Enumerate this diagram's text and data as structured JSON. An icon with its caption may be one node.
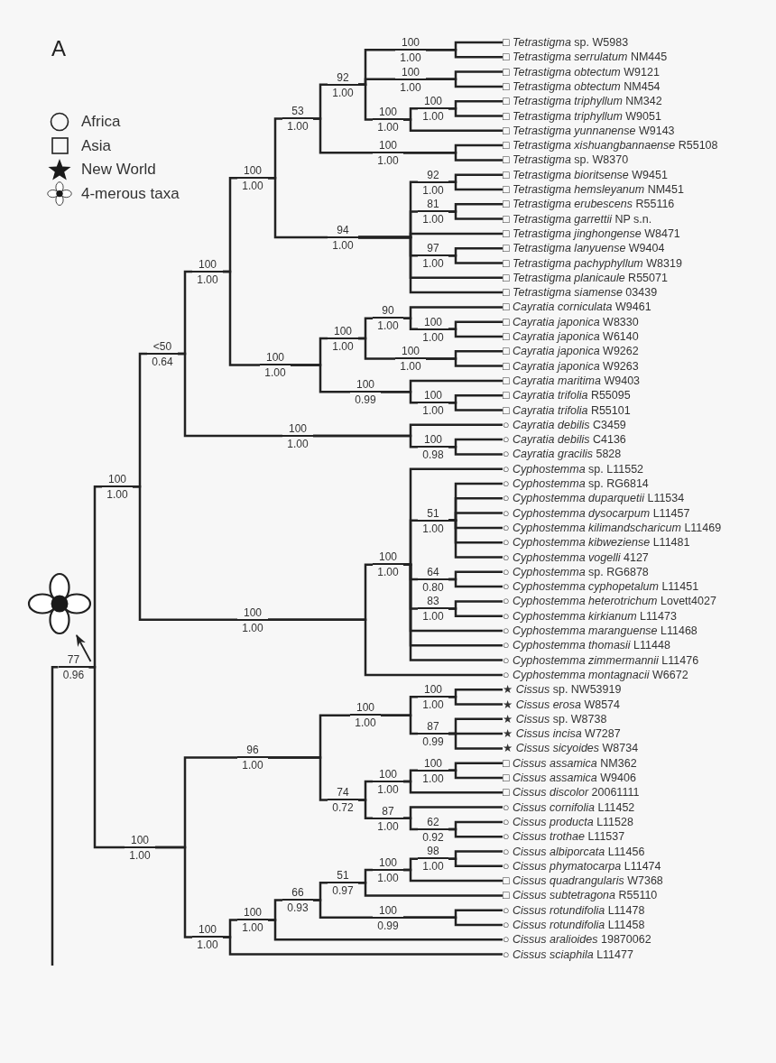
{
  "diagram": {
    "nodes": [
      {
        "text": [
          "77",
          "0.96"
        ]
      },
      {
        "text": [
          "100",
          "1.00"
        ]
      },
      {
        "text": [
          "<50",
          "0.64"
        ]
      },
      {
        "text": [
          "100",
          "1.00"
        ]
      },
      {
        "text": [
          "100",
          "1.00"
        ]
      },
      {
        "text": [
          "53",
          "1.00"
        ]
      },
      {
        "text": [
          "92",
          "1.00"
        ]
      },
      {
        "text": [
          "100",
          "1.00"
        ]
      },
      {
        "text": [
          "100",
          "1.00"
        ]
      },
      {
        "text": [
          "100",
          "1.00"
        ]
      },
      {
        "text": [
          "100",
          "1.00"
        ]
      },
      {
        "text": [
          "100",
          "1.00"
        ]
      },
      {
        "text": [
          "94",
          "1.00"
        ]
      },
      {
        "text": [
          "92",
          "1.00"
        ]
      },
      {
        "text": [
          "81",
          "1.00"
        ]
      },
      {
        "text": [
          "97",
          "1.00"
        ]
      },
      {
        "text": [
          "100",
          "1.00"
        ]
      },
      {
        "text": [
          "100",
          "1.00"
        ]
      },
      {
        "text": [
          "90",
          "1.00"
        ]
      },
      {
        "text": [
          "100",
          "1.00"
        ]
      },
      {
        "text": [
          "100",
          "1.00"
        ]
      },
      {
        "text": [
          "100",
          "0.99"
        ]
      },
      {
        "text": [
          "100",
          "1.00"
        ]
      },
      {
        "text": [
          "100",
          "1.00"
        ]
      },
      {
        "text": [
          "100",
          "0.98"
        ]
      },
      {
        "text": [
          "100",
          "1.00"
        ]
      },
      {
        "text": [
          "100",
          "1.00"
        ]
      },
      {
        "text": [
          "51",
          "1.00"
        ]
      },
      {
        "text": [
          "64",
          "0.80"
        ]
      },
      {
        "text": [
          "83",
          "1.00"
        ]
      },
      {
        "text": [
          "100",
          "1.00"
        ]
      },
      {
        "text": [
          "96",
          "1.00"
        ]
      },
      {
        "text": [
          "100",
          "1.00"
        ]
      },
      {
        "text": [
          "100",
          "1.00"
        ]
      },
      {
        "text": [
          "87",
          "0.99"
        ]
      },
      {
        "text": [
          "74",
          "0.72"
        ]
      },
      {
        "text": [
          "100",
          "1.00"
        ]
      },
      {
        "text": [
          "100",
          "1.00"
        ]
      },
      {
        "text": [
          "87",
          "1.00"
        ]
      },
      {
        "text": [
          "62",
          "0.92"
        ]
      },
      {
        "text": [
          "100",
          "1.00"
        ]
      },
      {
        "text": [
          "100",
          "1.00"
        ]
      },
      {
        "text": [
          "66",
          "0.93"
        ]
      },
      {
        "text": [
          "51",
          "0.97"
        ]
      },
      {
        "text": [
          "100",
          "1.00"
        ]
      },
      {
        "text": [
          "98",
          "1.00"
        ]
      },
      {
        "text": [
          "100",
          "0.99"
        ]
      },
      {
        "text": [
          "□ *Tetrastigma* sp. W5983"
        ]
      },
      {
        "text": [
          "□ *Tetrastigma serrulatum* NM445"
        ]
      },
      {
        "text": [
          "□ *Tetrastigma obtectum* W9121"
        ]
      },
      {
        "text": [
          "□ *Tetrastigma obtectum* NM454"
        ]
      },
      {
        "text": [
          "□ *Tetrastigma triphyllum* NM342"
        ]
      },
      {
        "text": [
          "□ *Tetrastigma triphyllum* W9051"
        ]
      },
      {
        "text": [
          "□ *Tetrastigma yunnanense* W9143"
        ]
      },
      {
        "text": [
          "□ *Tetrastigma xishuangbannaense* R55108"
        ]
      },
      {
        "text": [
          "□ *Tetrastigma* sp. W8370"
        ]
      },
      {
        "text": [
          "□ *Tetrastigma bioritsense* W9451"
        ]
      },
      {
        "text": [
          "□ *Tetrastigma hemsleyanum* NM451"
        ]
      },
      {
        "text": [
          "□ *Tetrastigma erubescens* R55116"
        ]
      },
      {
        "text": [
          "□ *Tetrastigma garrettii* NP s.n."
        ]
      },
      {
        "text": [
          "□ *Tetrastigma jinghongense* W8471"
        ]
      },
      {
        "text": [
          "□ *Tetrastigma lanyuense* W9404"
        ]
      },
      {
        "text": [
          "□ *Tetrastigma pachyphyllum* W8319"
        ]
      },
      {
        "text": [
          "□ *Tetrastigma planicaule* R55071"
        ]
      },
      {
        "text": [
          "□ *Tetrastigma siamense* 03439"
        ]
      },
      {
        "text": [
          "□ *Cayratia corniculata* W9461"
        ]
      },
      {
        "text": [
          "□ *Cayratia japonica* W8330"
        ]
      },
      {
        "text": [
          "□ *Cayratia japonica* W6140"
        ]
      },
      {
        "text": [
          "□ *Cayratia japonica* W9262"
        ]
      },
      {
        "text": [
          "□ *Cayratia japonica* W9263"
        ]
      },
      {
        "text": [
          "□ *Cayratia maritima* W9403"
        ]
      },
      {
        "text": [
          "□ *Cayratia trifolia* R55095"
        ]
      },
      {
        "text": [
          "□ *Cayratia trifolia* R55101"
        ]
      },
      {
        "text": [
          "○ *Cayratia debilis* C3459"
        ]
      },
      {
        "text": [
          "○ *Cayratia debilis* C4136"
        ]
      },
      {
        "text": [
          "○ *Cayratia gracilis* 5828"
        ]
      },
      {
        "text": [
          "○ *Cyphostemma* sp. L11552"
        ]
      },
      {
        "text": [
          "○ *Cyphostemma* sp. RG6814"
        ]
      },
      {
        "text": [
          "○ *Cyphostemma duparquetii* L11534"
        ]
      },
      {
        "text": [
          "○ *Cyphostemma dysocarpum* L11457"
        ]
      },
      {
        "text": [
          "○ *Cyphostemma kilimandscharicum* L11469"
        ]
      },
      {
        "text": [
          "○ *Cyphostemma kibweziense* L11481"
        ]
      },
      {
        "text": [
          "○ *Cyphostemma vogelli* 4127"
        ]
      },
      {
        "text": [
          "○ *Cyphostemma* sp. RG6878"
        ]
      },
      {
        "text": [
          "○ *Cyphostemma cyphopetalum* L11451"
        ]
      },
      {
        "text": [
          "○ *Cyphostemma heterotrichum* Lovett4027"
        ]
      },
      {
        "text": [
          "○ *Cyphostemma kirkianum* L11473"
        ]
      },
      {
        "text": [
          "○ *Cyphostemma maranguense* L11468"
        ]
      },
      {
        "text": [
          "○ *Cyphostemma thomasii* L11448"
        ]
      },
      {
        "text": [
          "○ *Cyphostemma zimmermannii* L11476"
        ]
      },
      {
        "text": [
          "○ *Cyphostemma montagnacii* W6672"
        ]
      },
      {
        "text": [
          "★ *Cissus* sp. NW53919"
        ]
      },
      {
        "text": [
          "★ *Cissus erosa* W8574"
        ]
      },
      {
        "text": [
          "★ *Cissus* sp. W8738"
        ]
      },
      {
        "text": [
          "★ *Cissus incisa* W7287"
        ]
      },
      {
        "text": [
          "★ *Cissus sicyoides* W8734"
        ]
      },
      {
        "text": [
          "□ *Cissus assamica* NM362"
        ]
      },
      {
        "text": [
          "□ *Cissus assamica* W9406"
        ]
      },
      {
        "text": [
          "□ *Cissus discolor* 20061111"
        ]
      },
      {
        "text": [
          "○ *Cissus cornifolia* L11452"
        ]
      },
      {
        "text": [
          "○ *Cissus producta* L11528"
        ]
      },
      {
        "text": [
          "○ *Cissus trothae* L11537"
        ]
      },
      {
        "text": [
          "○ *Cissus albiporcata* L11456"
        ]
      },
      {
        "text": [
          "○ *Cissus phymatocarpa* L11474"
        ]
      },
      {
        "text": [
          "□ *Cissus quadrangularis* W7368"
        ]
      },
      {
        "text": [
          "□ *Cissus subtetragona* R55110"
        ]
      },
      {
        "text": [
          "○ *Cissus rotundifolia* L11478"
        ]
      },
      {
        "text": [
          "○ *Cissus rotundifolia* L11458"
        ]
      },
      {
        "text": [
          "○ *Cissus aralioides* 19870062"
        ]
      },
      {
        "text": [
          "○ *Cissus sciaphila* L11477"
        ]
      },
      {
        "text": [],
        "shape": "flower"
      }
    ],
    "edges": [
      {
        "from": null,
        "to": 0,
        "arrow": "none"
      },
      {
        "from": 0,
        "to": 1,
        "arrow": "none"
      },
      {
        "from": 0,
        "to": 30,
        "arrow": "none"
      },
      {
        "from": 1,
        "to": 2,
        "arrow": "none"
      },
      {
        "from": 1,
        "to": 25,
        "arrow": "none"
      },
      {
        "from": 2,
        "to": 3,
        "arrow": "none"
      },
      {
        "from": 2,
        "to": 23,
        "arrow": "none"
      },
      {
        "from": 3,
        "to": 4,
        "arrow": "none"
      },
      {
        "from": 3,
        "to": 16,
        "arrow": "none"
      },
      {
        "from": 4,
        "to": 5,
        "arrow": "none"
      },
      {
        "from": 4,
        "to": 12,
        "arrow": "none"
      },
      {
        "from": 5,
        "to": 6,
        "arrow": "none"
      },
      {
        "from": 5,
        "to": 11,
        "arrow": "none"
      },
      {
        "from": 6,
        "to": 7,
        "arrow": "none"
      },
      {
        "from": 6,
        "to": 8,
        "arrow": "none"
      },
      {
        "from": 6,
        "to": 9,
        "arrow": "none"
      },
      {
        "from": 7,
        "to": 47,
        "arrow": "none"
      },
      {
        "from": 7,
        "to": 48,
        "arrow": "none"
      },
      {
        "from": 8,
        "to": 49,
        "arrow": "none"
      },
      {
        "from": 8,
        "to": 50,
        "arrow": "none"
      },
      {
        "from": 9,
        "to": 10,
        "arrow": "none"
      },
      {
        "from": 9,
        "to": 53,
        "arrow": "none"
      },
      {
        "from": 10,
        "to": 51,
        "arrow": "none"
      },
      {
        "from": 10,
        "to": 52,
        "arrow": "none"
      },
      {
        "from": 11,
        "to": 54,
        "arrow": "none"
      },
      {
        "from": 11,
        "to": 55,
        "arrow": "none"
      },
      {
        "from": 12,
        "to": 13,
        "arrow": "none"
      },
      {
        "from": 12,
        "to": 14,
        "arrow": "none"
      },
      {
        "from": 12,
        "to": 60,
        "arrow": "none"
      },
      {
        "from": 12,
        "to": 15,
        "arrow": "none"
      },
      {
        "from": 12,
        "to": 63,
        "arrow": "none"
      },
      {
        "from": 12,
        "to": 64,
        "arrow": "none"
      },
      {
        "from": 13,
        "to": 56,
        "arrow": "none"
      },
      {
        "from": 13,
        "to": 57,
        "arrow": "none"
      },
      {
        "from": 14,
        "to": 58,
        "arrow": "none"
      },
      {
        "from": 14,
        "to": 59,
        "arrow": "none"
      },
      {
        "from": 15,
        "to": 61,
        "arrow": "none"
      },
      {
        "from": 15,
        "to": 62,
        "arrow": "none"
      },
      {
        "from": 16,
        "to": 17,
        "arrow": "none"
      },
      {
        "from": 16,
        "to": 21,
        "arrow": "none"
      },
      {
        "from": 17,
        "to": 18,
        "arrow": "none"
      },
      {
        "from": 17,
        "to": 20,
        "arrow": "none"
      },
      {
        "from": 18,
        "to": 65,
        "arrow": "none"
      },
      {
        "from": 18,
        "to": 19,
        "arrow": "none"
      },
      {
        "from": 19,
        "to": 66,
        "arrow": "none"
      },
      {
        "from": 19,
        "to": 67,
        "arrow": "none"
      },
      {
        "from": 20,
        "to": 68,
        "arrow": "none"
      },
      {
        "from": 20,
        "to": 69,
        "arrow": "none"
      },
      {
        "from": 21,
        "to": 70,
        "arrow": "none"
      },
      {
        "from": 21,
        "to": 22,
        "arrow": "none"
      },
      {
        "from": 22,
        "to": 71,
        "arrow": "none"
      },
      {
        "from": 22,
        "to": 72,
        "arrow": "none"
      },
      {
        "from": 23,
        "to": 73,
        "arrow": "none"
      },
      {
        "from": 23,
        "to": 24,
        "arrow": "none"
      },
      {
        "from": 24,
        "to": 74,
        "arrow": "none"
      },
      {
        "from": 24,
        "to": 75,
        "arrow": "none"
      },
      {
        "from": 25,
        "to": 26,
        "arrow": "none"
      },
      {
        "from": 25,
        "to": 90,
        "arrow": "none"
      },
      {
        "from": 26,
        "to": 76,
        "arrow": "none"
      },
      {
        "from": 26,
        "to": 27,
        "arrow": "none"
      },
      {
        "from": 26,
        "to": 28,
        "arrow": "none"
      },
      {
        "from": 26,
        "to": 29,
        "arrow": "none"
      },
      {
        "from": 26,
        "to": 87,
        "arrow": "none"
      },
      {
        "from": 26,
        "to": 88,
        "arrow": "none"
      },
      {
        "from": 26,
        "to": 89,
        "arrow": "none"
      },
      {
        "from": 27,
        "to": 77,
        "arrow": "none"
      },
      {
        "from": 27,
        "to": 78,
        "arrow": "none"
      },
      {
        "from": 27,
        "to": 79,
        "arrow": "none"
      },
      {
        "from": 27,
        "to": 80,
        "arrow": "none"
      },
      {
        "from": 27,
        "to": 81,
        "arrow": "none"
      },
      {
        "from": 27,
        "to": 82,
        "arrow": "none"
      },
      {
        "from": 28,
        "to": 83,
        "arrow": "none"
      },
      {
        "from": 28,
        "to": 84,
        "arrow": "none"
      },
      {
        "from": 29,
        "to": 85,
        "arrow": "none"
      },
      {
        "from": 29,
        "to": 86,
        "arrow": "none"
      },
      {
        "from": 30,
        "to": 31,
        "arrow": "none"
      },
      {
        "from": 30,
        "to": 40,
        "arrow": "none"
      },
      {
        "from": 31,
        "to": 32,
        "arrow": "none"
      },
      {
        "from": 31,
        "to": 35,
        "arrow": "none"
      },
      {
        "from": 32,
        "to": 33,
        "arrow": "none"
      },
      {
        "from": 32,
        "to": 34,
        "arrow": "none"
      },
      {
        "from": 33,
        "to": 91,
        "arrow": "none"
      },
      {
        "from": 33,
        "to": 92,
        "arrow": "none"
      },
      {
        "from": 34,
        "to": 93,
        "arrow": "none"
      },
      {
        "from": 34,
        "to": 94,
        "arrow": "none"
      },
      {
        "from": 34,
        "to": 95,
        "arrow": "none"
      },
      {
        "from": 35,
        "to": 36,
        "arrow": "none"
      },
      {
        "from": 35,
        "to": 38,
        "arrow": "none"
      },
      {
        "from": 36,
        "to": 37,
        "arrow": "none"
      },
      {
        "from": 36,
        "to": 98,
        "arrow": "none"
      },
      {
        "from": 37,
        "to": 96,
        "arrow": "none"
      },
      {
        "from": 37,
        "to": 97,
        "arrow": "none"
      },
      {
        "from": 38,
        "to": 99,
        "arrow": "none"
      },
      {
        "from": 38,
        "to": 39,
        "arrow": "none"
      },
      {
        "from": 39,
        "to": 100,
        "arrow": "none"
      },
      {
        "from": 39,
        "to": 101,
        "arrow": "none"
      },
      {
        "from": 40,
        "to": 41,
        "arrow": "none"
      },
      {
        "from": 40,
        "to": 109,
        "arrow": "none"
      },
      {
        "from": 41,
        "to": 42,
        "arrow": "none"
      },
      {
        "from": 41,
        "to": 108,
        "arrow": "none"
      },
      {
        "from": 42,
        "to": 43,
        "arrow": "none"
      },
      {
        "from": 42,
        "to": 46,
        "arrow": "none"
      },
      {
        "from": 43,
        "to": 44,
        "arrow": "none"
      },
      {
        "from": 43,
        "to": 105,
        "arrow": "none"
      },
      {
        "from": 44,
        "to": 45,
        "arrow": "none"
      },
      {
        "from": 44,
        "to": 104,
        "arrow": "none"
      },
      {
        "from": 45,
        "to": 102,
        "arrow": "none"
      },
      {
        "from": 45,
        "to": 103,
        "arrow": "none"
      },
      {
        "from": 46,
        "to": 106,
        "arrow": "none"
      },
      {
        "from": 46,
        "to": 107,
        "arrow": "none"
      },
      {
        "from": 0,
        "to": 110,
        "arrow": "to"
      }
    ],
    "labels": [
      "A"
    ],
    "legend": [
      {
        "text": "Africa"
      },
      {
        "text": "Asia"
      },
      {
        "text": "New World"
      },
      {
        "text": "4-merous taxa"
      }
    ]
  }
}
